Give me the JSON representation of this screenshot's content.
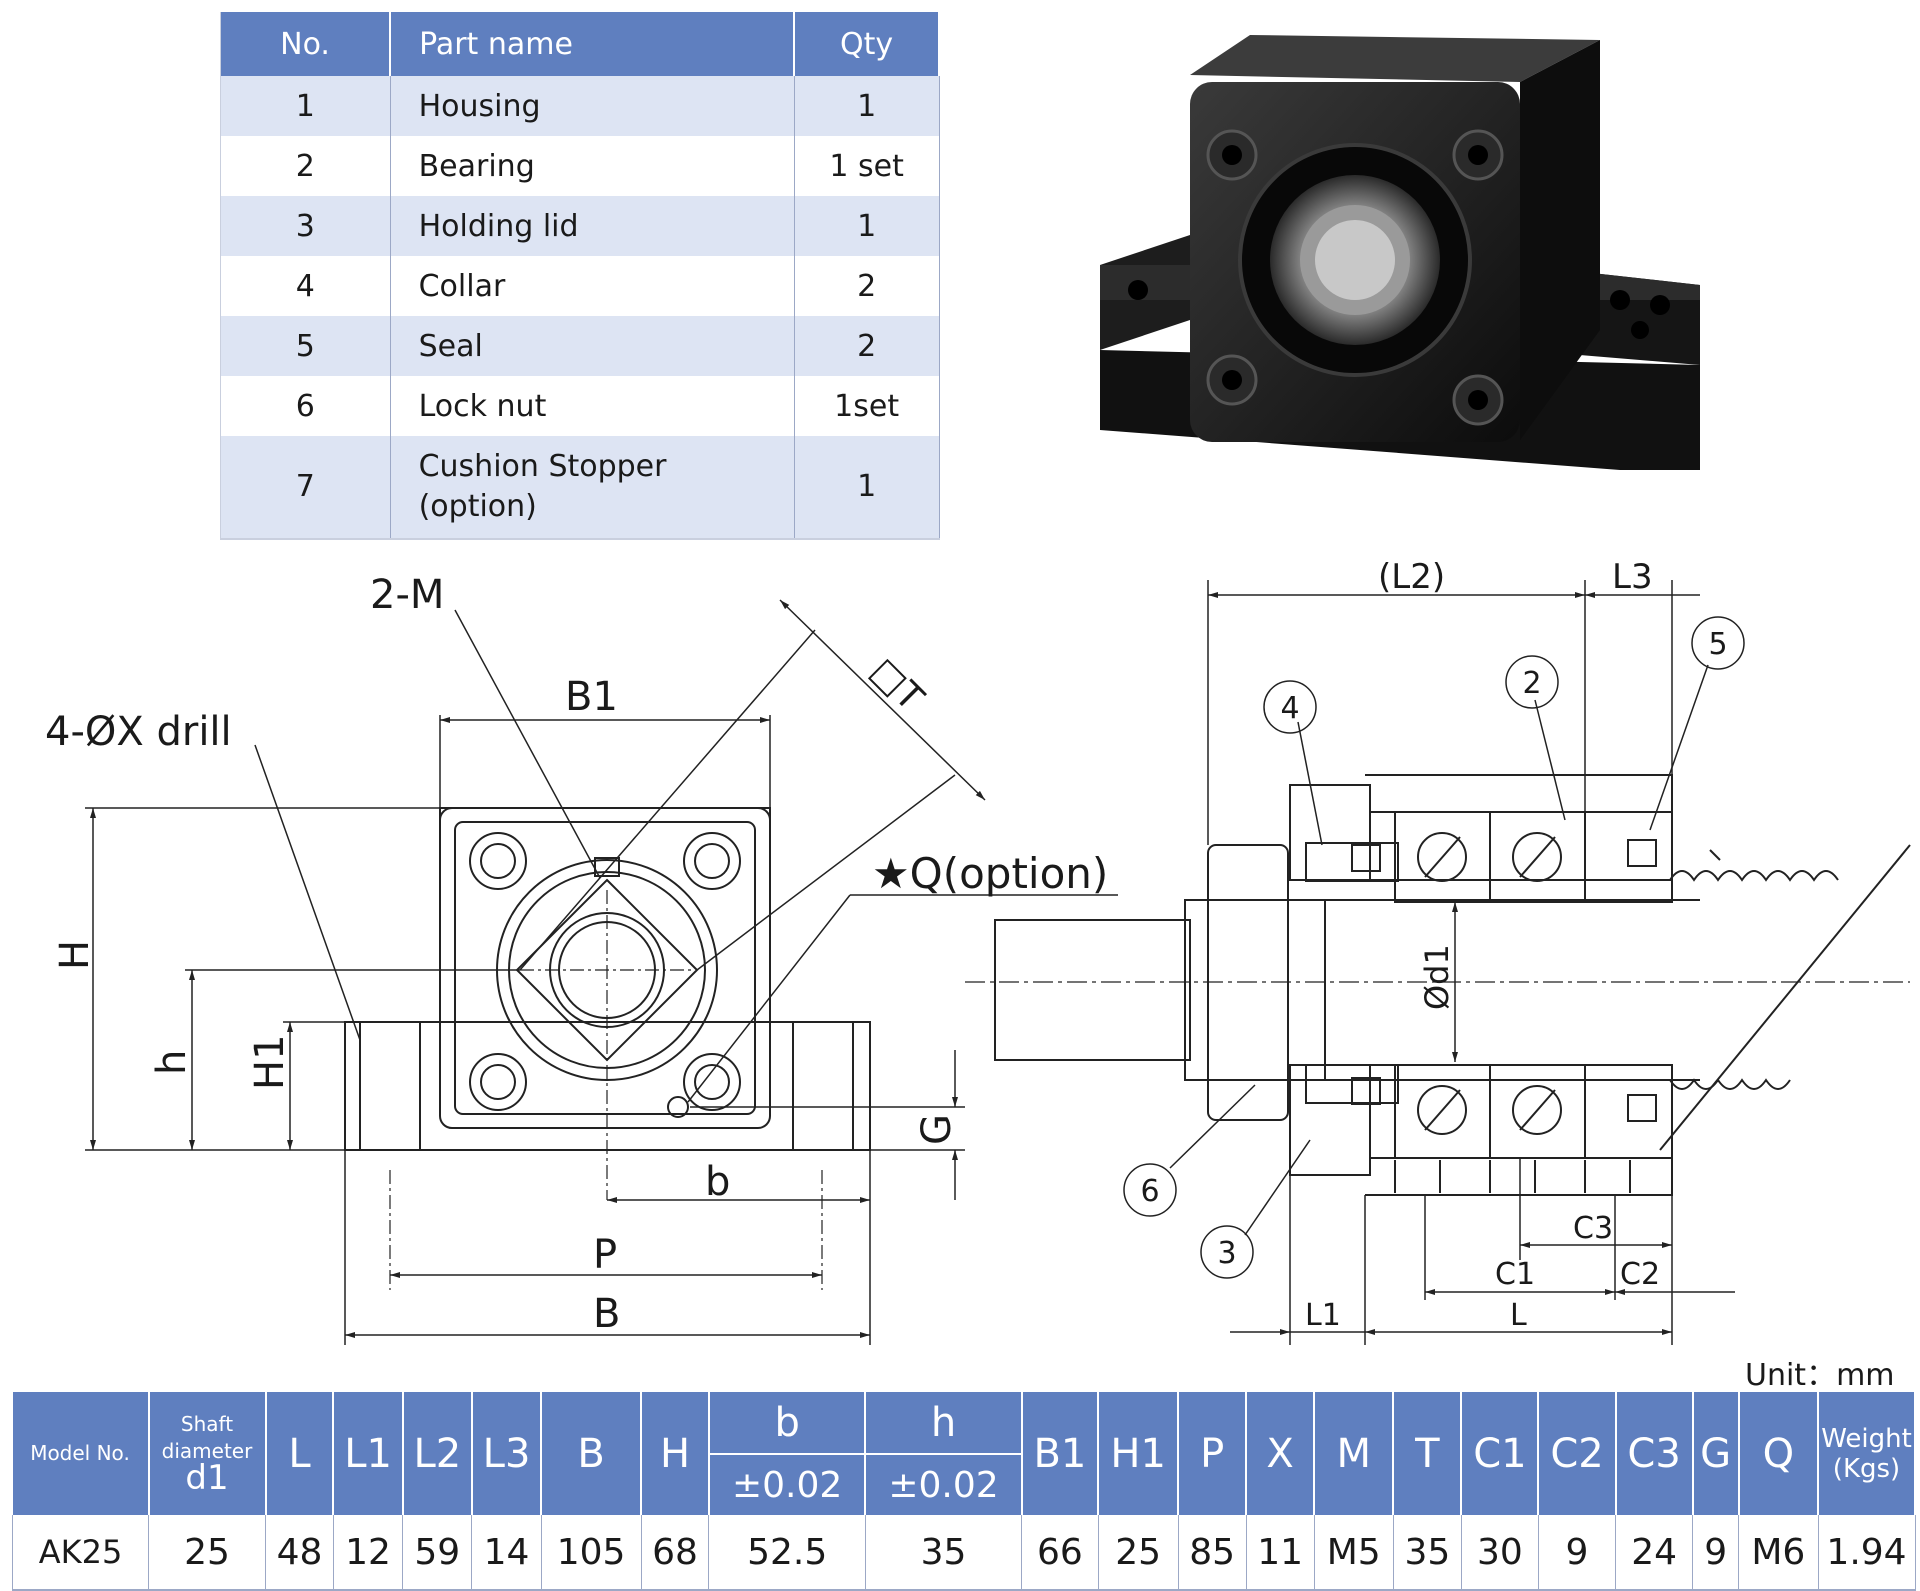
{
  "parts_table": {
    "headers": {
      "no": "No.",
      "part_name": "Part name",
      "qty": "Qty"
    },
    "rows": [
      {
        "no": "1",
        "name": "Housing",
        "qty": "1"
      },
      {
        "no": "2",
        "name": "Bearing",
        "qty": "1 set"
      },
      {
        "no": "3",
        "name": "Holding lid",
        "qty": "1"
      },
      {
        "no": "4",
        "name": "Collar",
        "qty": "2"
      },
      {
        "no": "5",
        "name": "Seal",
        "qty": "2"
      },
      {
        "no": "6",
        "name": "Lock nut",
        "qty": "1set"
      },
      {
        "no": "7",
        "name_line1": "Cushion Stopper",
        "name_line2": "(option)",
        "qty": "1"
      }
    ]
  },
  "front_view": {
    "label_2m": "2-M",
    "label_drill": "4-ØX drill",
    "label_b1": "B1",
    "label_t": "□T",
    "label_q": "★Q(option)",
    "label_h_big": "H",
    "label_h_small": "h",
    "label_h1": "H1",
    "label_g": "G",
    "label_b_small": "b",
    "label_p": "P",
    "label_b_big": "B"
  },
  "side_view": {
    "label_l2": "(L2)",
    "label_l3": "L3",
    "label_d1": "Ød1",
    "label_c3": "C3",
    "label_c1": "C1",
    "label_c2": "C2",
    "label_l1": "L1",
    "label_l": "L",
    "callouts": [
      "4",
      "2",
      "5",
      "6",
      "3"
    ]
  },
  "unit": "Unit：mm",
  "spec_table": {
    "headers": {
      "model": "Model No.",
      "shaft_line1": "Shaft",
      "shaft_line2": "diameter",
      "shaft_line3": "d1",
      "L": "L",
      "L1": "L1",
      "L2": "L2",
      "L3": "L3",
      "B": "B",
      "H": "H",
      "b": "b",
      "b_tol": "±0.02",
      "h": "h",
      "h_tol": "±0.02",
      "B1": "B1",
      "H1": "H1",
      "P": "P",
      "X": "X",
      "M": "M",
      "T": "T",
      "C1": "C1",
      "C2": "C2",
      "C3": "C3",
      "G": "G",
      "Q": "Q",
      "weight_line1": "Weight",
      "weight_line2": "(Kgs)"
    },
    "row": {
      "model": "AK25",
      "d1": "25",
      "L": "48",
      "L1": "12",
      "L2": "59",
      "L3": "14",
      "B": "105",
      "H": "68",
      "b": "52.5",
      "h": "35",
      "B1": "66",
      "H1": "25",
      "P": "85",
      "X": "11",
      "M": "M5",
      "T": "35",
      "C1": "30",
      "C2": "9",
      "C3": "24",
      "G": "9",
      "Q": "M6",
      "weight": "1.94"
    }
  }
}
